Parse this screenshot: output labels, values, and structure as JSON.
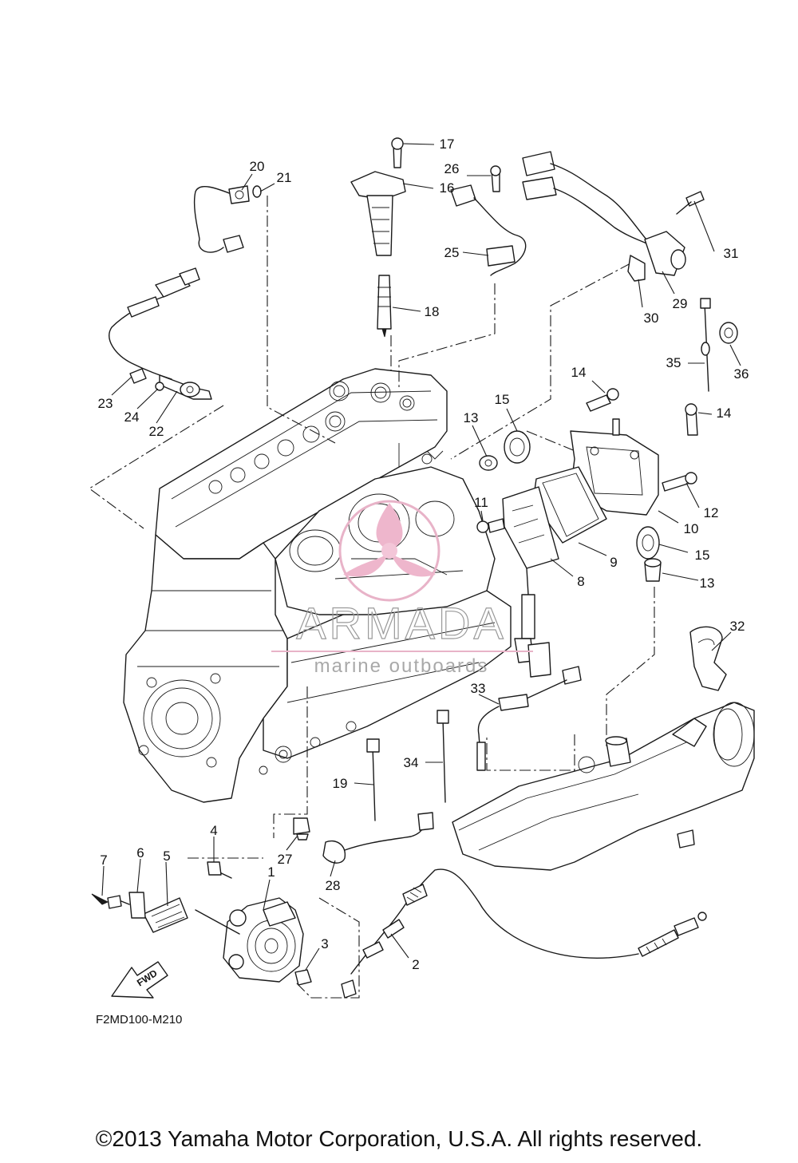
{
  "diagram": {
    "part_code": "F2MD100-M210",
    "fwd_label": "FWD",
    "watermark": {
      "brand": "ARMADA",
      "tagline": "marine outboards"
    },
    "copyright": "©2013 Yamaha Motor Corporation, U.S.A. All rights reserved.",
    "callouts": [
      "1",
      "2",
      "3",
      "4",
      "5",
      "6",
      "7",
      "8",
      "9",
      "10",
      "11",
      "12",
      "13",
      "13",
      "14",
      "14",
      "15",
      "15",
      "16",
      "17",
      "18",
      "19",
      "20",
      "21",
      "22",
      "23",
      "24",
      "25",
      "26",
      "27",
      "28",
      "29",
      "30",
      "31",
      "32",
      "33",
      "34",
      "35",
      "36"
    ]
  }
}
